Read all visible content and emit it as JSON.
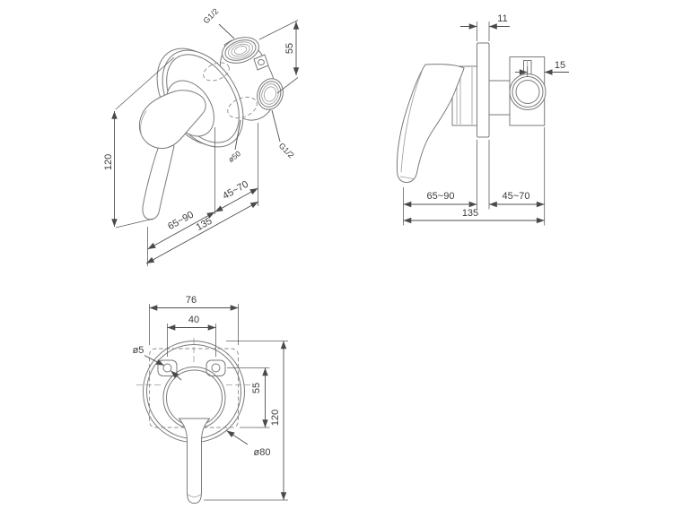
{
  "page": {
    "background": "#ffffff"
  },
  "colors": {
    "outline": "#7a7a7a",
    "outline_light": "#9a9a9a",
    "hidden_line": "#8c8c8c",
    "dimension_line": "#4f4f4f",
    "text": "#3d3d3d"
  },
  "views": {
    "isometric": {
      "name": "isometric-view",
      "labels": {
        "thread_top": "G1/2",
        "thread_side": "G1/2",
        "wall_hole_dia": "ø50",
        "height": "120",
        "top_port_offset": "55",
        "depth_wall_range": "65~90",
        "depth_total": "135",
        "depth_front_range": "45~70"
      }
    },
    "side": {
      "name": "side-view",
      "labels": {
        "plate_thickness": "11",
        "outlet_depth": "15",
        "depth_wall_range": "65~90",
        "depth_front_range": "45~70",
        "depth_total": "135"
      }
    },
    "front": {
      "name": "front-view",
      "labels": {
        "box_width": "76",
        "screw_spacing": "40",
        "screw_hole_dia": "ø5",
        "outlet_offset": "55",
        "height": "120",
        "plate_dia": "ø80"
      }
    }
  }
}
